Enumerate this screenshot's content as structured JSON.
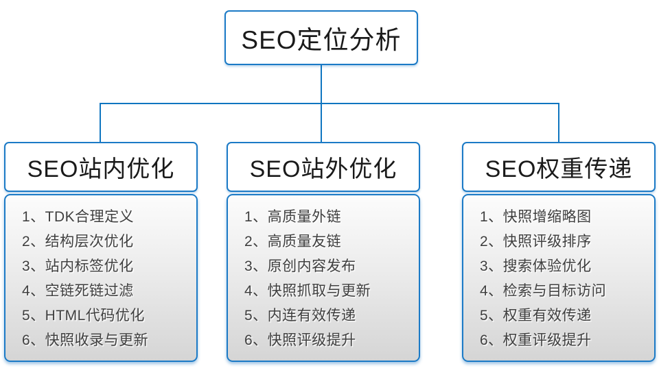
{
  "theme": {
    "line_color": "#0f75c0",
    "border_color": "#1b7ac6",
    "title_text_color": "#1a1a1a",
    "item_text_color": "#3f3f3f",
    "panel_gradient_top": "#fcfcfc",
    "panel_gradient_bottom": "#d5d5d5"
  },
  "root": {
    "title": "SEO定位分析"
  },
  "branches": [
    {
      "title": "SEO站内优化",
      "items": [
        "1、TDK合理定义",
        "2、结构层次优化",
        "3、站内标签优化",
        "4、空链死链过滤",
        "5、HTML代码优化",
        "6、快照收录与更新"
      ]
    },
    {
      "title": "SEO站外优化",
      "items": [
        "1、高质量外链",
        "2、高质量友链",
        "3、原创内容发布",
        "4、快照抓取与更新",
        "5、内连有效传递",
        "6、快照评级提升"
      ]
    },
    {
      "title": "SEO权重传递",
      "items": [
        "1、快照增缩略图",
        "2、快照评级排序",
        "3、搜索体验优化",
        "4、检索与目标访问",
        "5、权重有效传递",
        "6、权重评级提升"
      ]
    }
  ]
}
